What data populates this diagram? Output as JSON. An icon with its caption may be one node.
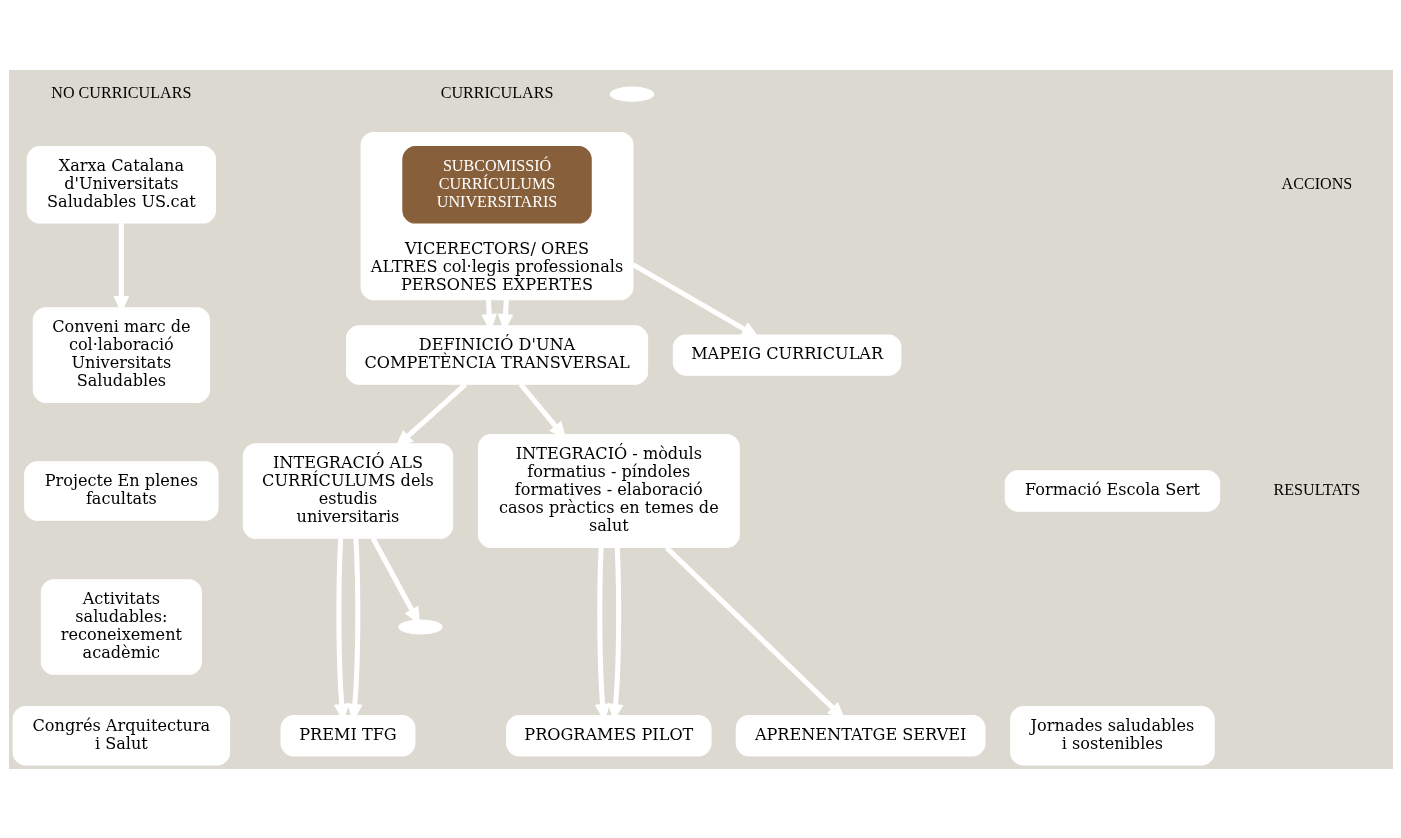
{
  "diagram": {
    "nodes": [
      {
        "text": [
          "Xarxa Catalana d'Universitats Saludables US.cat"
        ]
      },
      {
        "text": [
          "Conveni marc de col·laboració Universitats Saludables"
        ]
      },
      {
        "text": [
          "VICERECTORS/ ORES",
          "ALTRES col·legis professionals",
          "PERSONES EXPERTES"
        ]
      },
      {
        "text": [
          "SUBCOMISSIÓ CURRÍCULUMS UNIVERSITARIS"
        ],
        "in": 2
      },
      {
        "text": [
          "DEFINICIÓ D'UNA COMPETÈNCIA TRANSVERSAL"
        ]
      },
      {
        "text": [
          "MAPEIG CURRICULAR"
        ]
      },
      {
        "text": [
          "Projecte En plenes facultats"
        ]
      },
      {
        "text": [
          "Formació Escola Sert"
        ]
      },
      {
        "text": [
          "Activitats saludables: reconeixement acadèmic"
        ]
      },
      {
        "text": [
          "Jornades saludables i sostenibles"
        ]
      },
      {
        "text": [
          "Congrés Arquitectura i Salut"
        ]
      },
      {
        "text": [
          "INTEGRACIÓ ALS CURRÍCULUMS dels estudis universitaris"
        ]
      },
      {
        "text": [
          "INTEGRACIÓ - mòduls formatius - píndoles formatives - elaboració casos pràctics en temes de salut"
        ]
      },
      {
        "text": [
          "PREMI TFG"
        ]
      },
      {
        "text": [
          "PROGRAMES PILOT"
        ]
      },
      {
        "text": [
          "APRENENTATGE SERVEI"
        ]
      },
      {
        "text": [],
        "shape": "dots"
      },
      {
        "text": [],
        "shape": "dots"
      }
    ],
    "edges": [
      {
        "from": 0,
        "to": 1,
        "arrow": "to"
      },
      {
        "from": 2,
        "to": 4,
        "arrow": "to"
      },
      {
        "from": 2,
        "to": 4,
        "arrow": "to"
      },
      {
        "from": 2,
        "to": 5,
        "arrow": "to"
      },
      {
        "from": 4,
        "to": 11,
        "arrow": "to"
      },
      {
        "from": 4,
        "to": 12,
        "arrow": "to"
      },
      {
        "from": 11,
        "to": 13,
        "arrow": "to"
      },
      {
        "from": 11,
        "to": 13,
        "arrow": "to"
      },
      {
        "from": 11,
        "to": 16,
        "arrow": "to"
      },
      {
        "from": 12,
        "to": 14,
        "arrow": "to"
      },
      {
        "from": 12,
        "to": 14,
        "arrow": "to"
      },
      {
        "from": 12,
        "to": 15,
        "arrow": "to"
      }
    ],
    "labels": [
      "NO CURRICULARS",
      "CURRICULARS",
      "ACCIONS",
      "RESULTATS"
    ]
  }
}
